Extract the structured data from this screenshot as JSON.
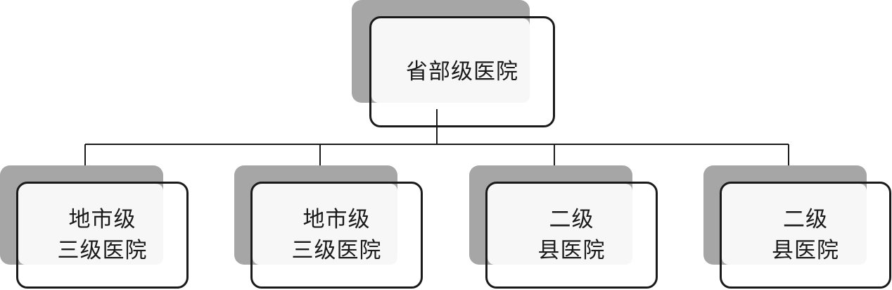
{
  "diagram": {
    "root": {
      "lines": [
        "省部级医院"
      ]
    },
    "children": [
      {
        "lines": [
          "地市级",
          "三级医院"
        ]
      },
      {
        "lines": [
          "地市级",
          "三级医院"
        ]
      },
      {
        "lines": [
          "二级",
          "县医院"
        ]
      },
      {
        "lines": [
          "二级",
          "县医院"
        ]
      }
    ]
  },
  "colors": {
    "shadow": "#a6a6a6",
    "border": "#1a1a1a",
    "fill": "#f7f7f7",
    "line": "#1a1a1a"
  }
}
